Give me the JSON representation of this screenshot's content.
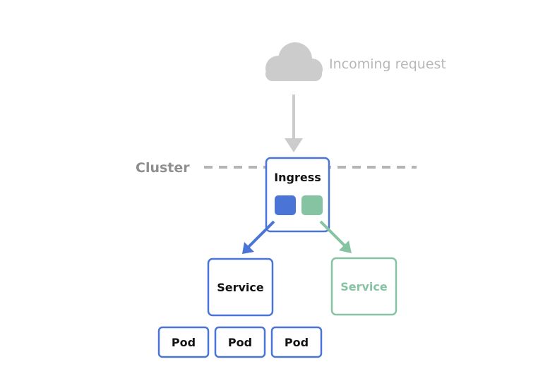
{
  "incoming": {
    "label": "Incoming request",
    "icon": "cloud-icon"
  },
  "cluster": {
    "label": "Cluster"
  },
  "ingress": {
    "label": "Ingress",
    "rules": [
      {
        "color": "#4a74d6"
      },
      {
        "color": "#86c3a3"
      }
    ]
  },
  "services": [
    {
      "label": "Service",
      "color": "#4a74d6"
    },
    {
      "label": "Service",
      "color": "#86c3a3"
    }
  ],
  "pods": [
    {
      "label": "Pod"
    },
    {
      "label": "Pod"
    },
    {
      "label": "Pod"
    }
  ],
  "colors": {
    "primary_blue": "#4a74d6",
    "secondary_green": "#86c3a3",
    "muted_gray": "#cccccc",
    "cluster_gray": "#8f8f8f"
  }
}
